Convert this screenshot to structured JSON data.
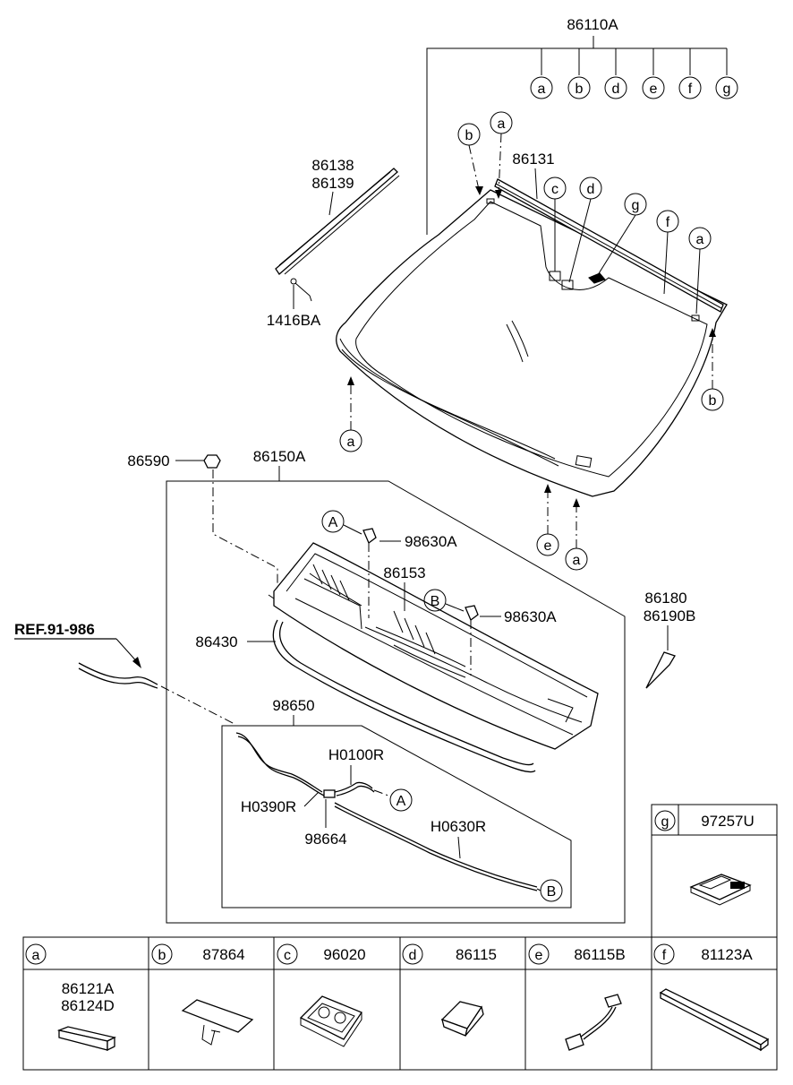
{
  "parts": {
    "p86110A": "86110A",
    "p86131": "86131",
    "p86138": "86138",
    "p86139": "86139",
    "p1416BA": "1416BA",
    "p86590": "86590",
    "p86150A": "86150A",
    "p98630A_1": "98630A",
    "p98630A_2": "98630A",
    "p86153": "86153",
    "p86180": "86180",
    "p86190B": "86190B",
    "p86430": "86430",
    "ref": "REF.91-986",
    "p98650": "98650",
    "pH0100R": "H0100R",
    "pH0390R": "H0390R",
    "p98664": "98664",
    "pH0630R": "H0630R"
  },
  "callouts": {
    "a": "a",
    "b": "b",
    "c": "c",
    "d": "d",
    "e": "e",
    "f": "f",
    "g": "g",
    "A": "A",
    "B": "B"
  },
  "table": {
    "g_box": {
      "letter": "g",
      "part": "97257U"
    },
    "cells": [
      {
        "letter": "a",
        "part": "",
        "sub1": "86121A",
        "sub2": "86124D"
      },
      {
        "letter": "b",
        "part": "87864"
      },
      {
        "letter": "c",
        "part": "96020"
      },
      {
        "letter": "d",
        "part": "86115"
      },
      {
        "letter": "e",
        "part": "86115B"
      },
      {
        "letter": "f",
        "part": "81123A"
      }
    ]
  }
}
